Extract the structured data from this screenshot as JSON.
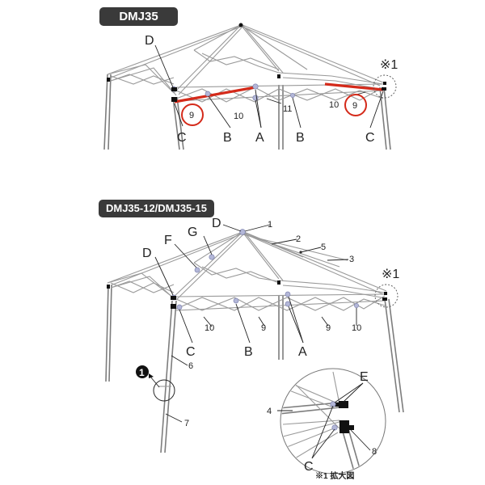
{
  "models": {
    "top": "DMJ35",
    "bottom": "DMJ35-12/DMJ35-15"
  },
  "top_labels": {
    "D": "D",
    "C_left": "C",
    "B_left": "B",
    "A": "A",
    "B_right": "B",
    "C_right": "C",
    "n9_left": "9",
    "n10_left": "10",
    "n11": "11",
    "n10_right": "10",
    "n9_right": "9",
    "detail_ref": "※1"
  },
  "bottom_labels": {
    "D_peak": "D",
    "G": "G",
    "F": "F",
    "D_side": "D",
    "C": "C",
    "B": "B",
    "A": "A",
    "n1": "1",
    "n2": "2",
    "n5": "5",
    "n3": "3",
    "n10_left": "10",
    "n9_left": "9",
    "n9_right": "9",
    "n10_right": "10",
    "n6": "6",
    "n7": "7",
    "detail_ref": "※1",
    "circled_1": "1"
  },
  "detail": {
    "E": "E",
    "C": "C",
    "n4": "4",
    "n8": "8",
    "caption": "※1 拡大図"
  },
  "colors": {
    "highlight_pole": "#d42a1a",
    "highlight_circle": "#d42a1a",
    "tag_bg": "#3a3a3a"
  }
}
